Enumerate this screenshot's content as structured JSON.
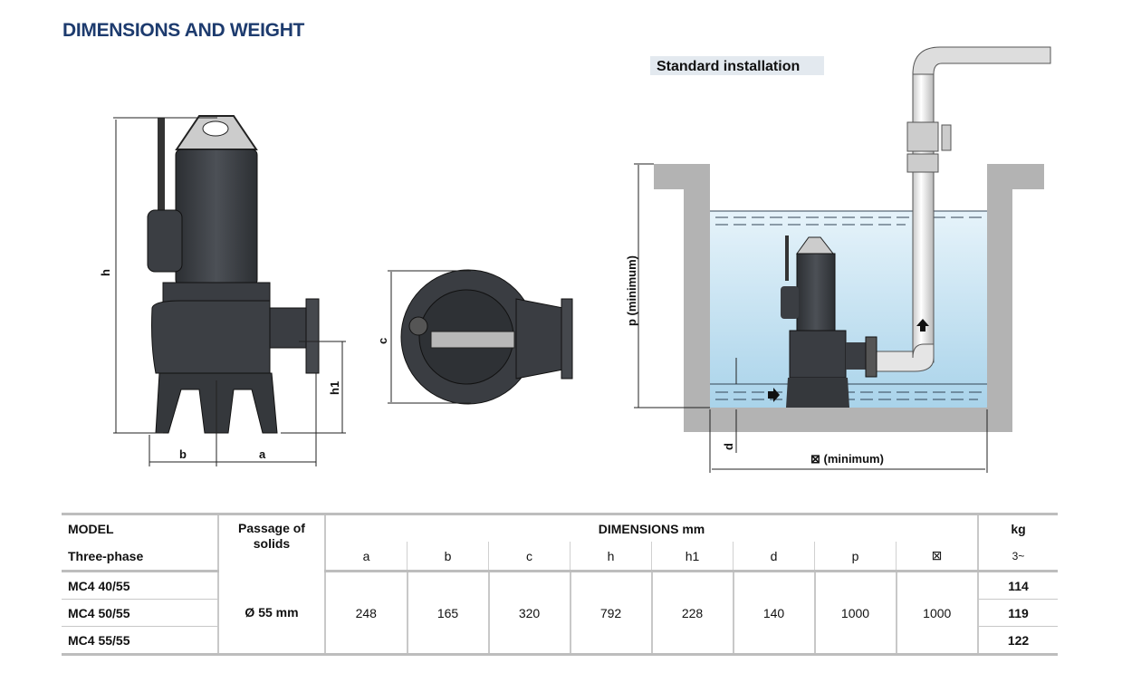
{
  "title": "DIMENSIONS AND WEIGHT",
  "install_title": "Standard installation",
  "drawing_labels": {
    "h": "h",
    "b": "b",
    "a": "a",
    "h1": "h1",
    "c": "c",
    "p": "p  (minimum)",
    "d": "d",
    "square": "⊠ (minimum)"
  },
  "table": {
    "model_header": "MODEL",
    "phase_header": "Three-phase",
    "passage_header": "Passage of solids",
    "dimensions_header": "DIMENSIONS mm",
    "kg_header": "kg",
    "kg_sub": "3~",
    "dim_columns": [
      "a",
      "b",
      "c",
      "h",
      "h1",
      "d",
      "p",
      "⊠"
    ],
    "passage_value": "Ø 55 mm",
    "dim_values": [
      "248",
      "165",
      "320",
      "792",
      "228",
      "140",
      "1000",
      "1000"
    ],
    "rows": [
      {
        "model": "MC4 40/55",
        "kg": "114"
      },
      {
        "model": "MC4 50/55",
        "kg": "119"
      },
      {
        "model": "MC4 55/55",
        "kg": "122"
      }
    ]
  },
  "colors": {
    "title": "#1d3b6e",
    "pump": "#3a3d42",
    "water": "#bfe0f0",
    "wall": "#b3b3b3"
  }
}
